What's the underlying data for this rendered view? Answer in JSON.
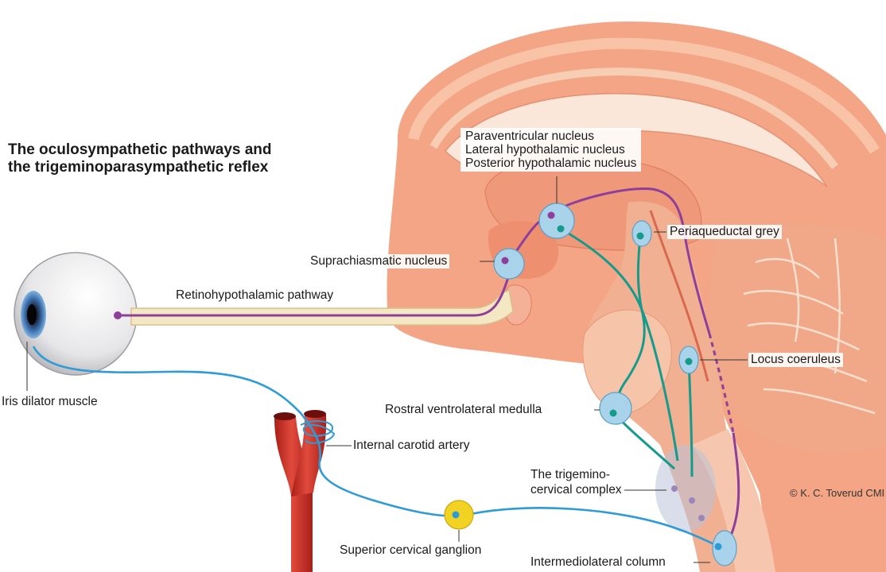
{
  "title": {
    "line1": "The oculosympathetic pathways and",
    "line2": "the trigeminoparasympathetic reflex"
  },
  "labels": {
    "paraventricular": "Paraventricular nucleus",
    "lateral_hypothalamic": "Lateral hypothalamic nucleus",
    "posterior_hypothalamic": "Posterior hypothalamic nucleus",
    "periaqueductal_grey": "Periaqueductal grey",
    "suprachiasmatic": "Suprachiasmatic nucleus",
    "retinohypothalamic": "Retinohypothalamic pathway",
    "locus_coeruleus": "Locus coeruleus",
    "iris_dilator": "Iris dilator muscle",
    "rostral_ventrolateral": "Rostral ventrolateral medulla",
    "internal_carotid": "Internal carotid artery",
    "trigemino_line1": "The trigemino-",
    "trigemino_line2": "cervical complex",
    "superior_cervical": "Superior cervical ganglion",
    "intermediolateral": "Intermediolateral column"
  },
  "credit": "© K. C. Toverud CMI",
  "colors": {
    "hypothalamic_pathway": "#8e3f9a",
    "descending_pathway": "#159a8c",
    "sympathetic_pathway": "#2e9ad6",
    "nucleus_fill": "#a9d3ea",
    "ganglion_fill": "#f2d324",
    "brain_tissue": "#f2a382",
    "artery": "#d6322a"
  }
}
